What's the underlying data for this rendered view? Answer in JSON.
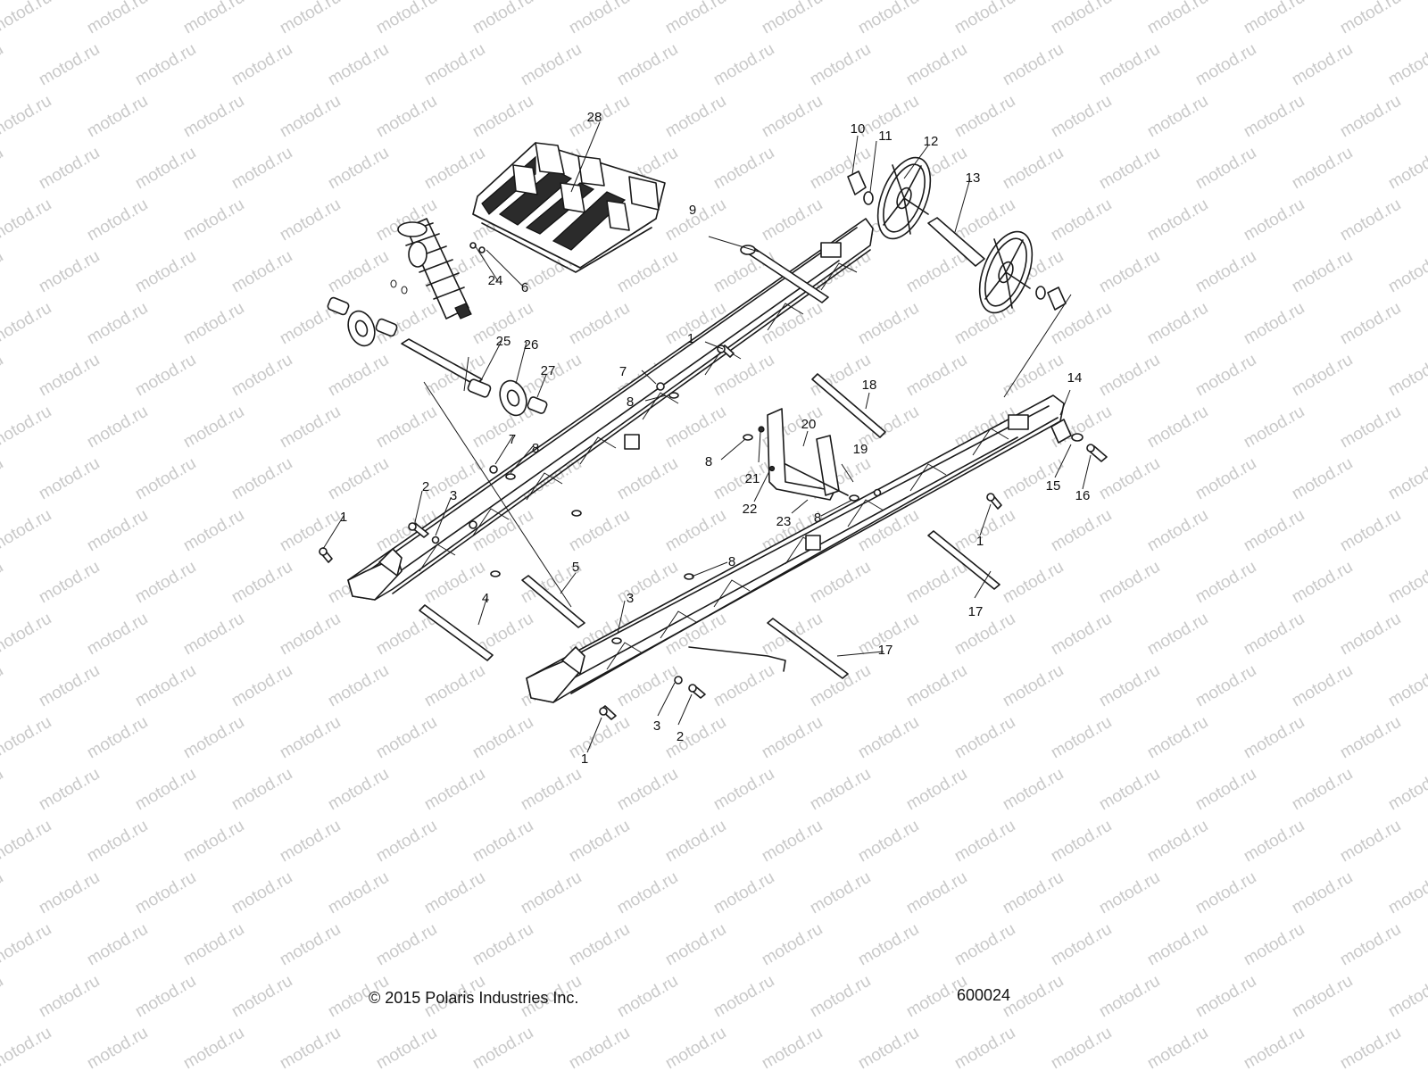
{
  "watermark": "motod.ru",
  "copyright": "© 2015 Polaris Industries Inc.",
  "drawing_number": "600024",
  "callouts": [
    "1",
    "2",
    "3",
    "4",
    "5",
    "6",
    "7",
    "8",
    "9",
    "10",
    "11",
    "12",
    "13",
    "14",
    "15",
    "16",
    "17",
    "18",
    "19",
    "20",
    "21",
    "22",
    "23",
    "24",
    "25",
    "26",
    "27",
    "28"
  ],
  "colors": {
    "line": "#1a1a1a",
    "watermark": "#c9c9c9",
    "background": "#ffffff"
  }
}
